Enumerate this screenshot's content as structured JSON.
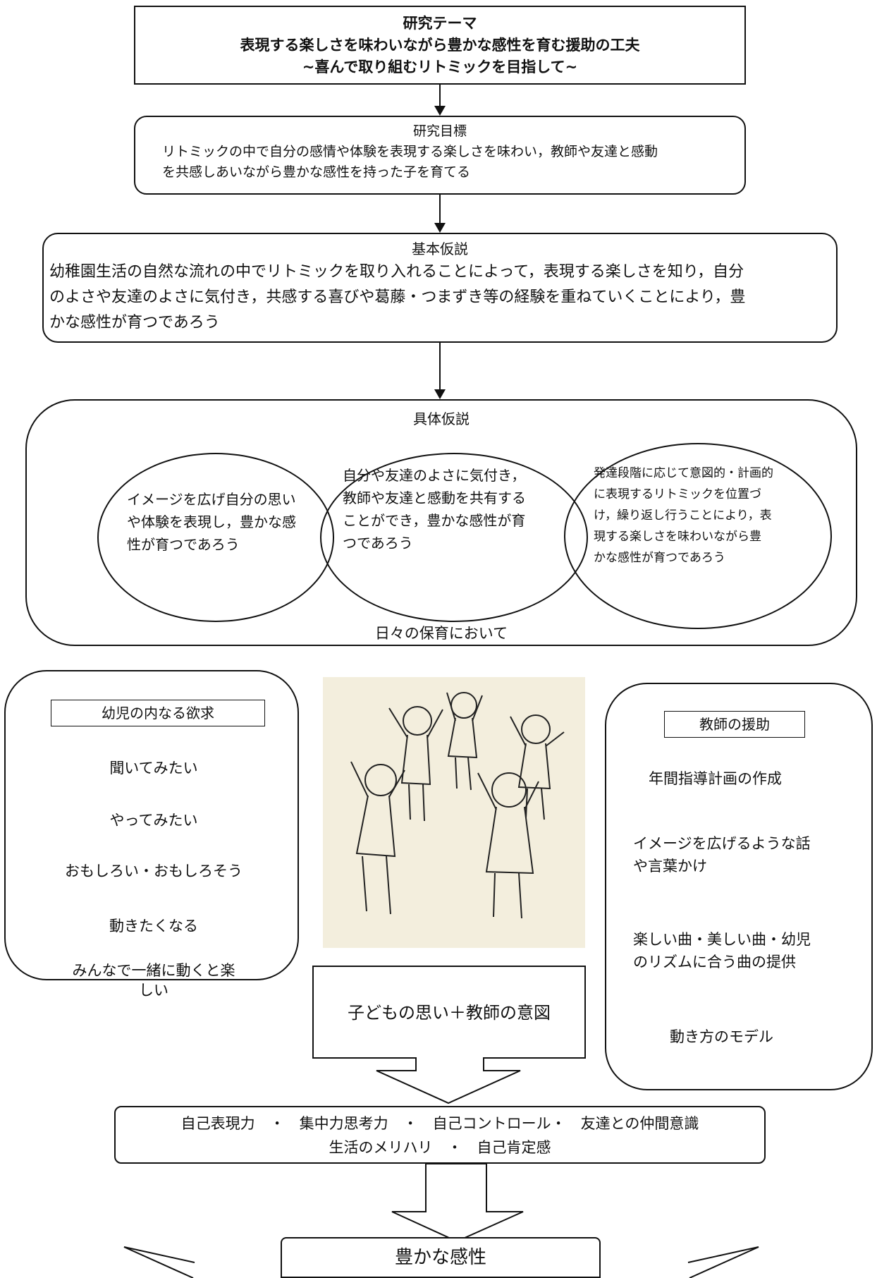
{
  "theme": {
    "label": "研究テーマ",
    "title": "表現する楽しさを味わいながら豊かな感性を育む援助の工夫",
    "subtitle": "~喜んで取り組むリトミックを目指して~"
  },
  "goal": {
    "label": "研究目標",
    "text": [
      "リトミックの中で自分の感情や体験を表現する楽しさを味わい，教師や友達と感動",
      "を共感しあいながら豊かな感性を持った子を育てる"
    ]
  },
  "basic_hypothesis": {
    "label": "基本仮説",
    "text": [
      "幼稚園生活の自然な流れの中でリトミックを取り入れることによって，表現する楽しさを知り，自分",
      "のよさや友達のよさに気付き，共感する喜びや葛藤・つまずき等の経験を重ねていくことにより，豊",
      "かな感性が育つであろう"
    ]
  },
  "specific_hypothesis": {
    "label": "具体仮説",
    "circles": [
      [
        "イメージを広げ自分の思い",
        "や体験を表現し，豊かな感",
        "性が育つであろう"
      ],
      [
        "自分や友達のよさに気付き，",
        "教師や友達と感動を共有する",
        "ことができ，豊かな感性が育",
        "つであろう"
      ],
      [
        "発達段階に応じて意図的・計画的",
        "に表現するリトミックを位置づ",
        "け，繰り返し行うことにより，表",
        "現する楽しさを味わいながら豊",
        "かな感性が育つであろう"
      ]
    ],
    "footer": "日々の保育において"
  },
  "child_needs": {
    "label": "幼児の内なる欲求",
    "items": [
      "聞いてみたい",
      "やってみたい",
      "おもしろい・おもしろそう",
      "動きたくなる",
      "みんなで一緒に動くと楽\nしい"
    ]
  },
  "teacher_support": {
    "label": "教師の援助",
    "items": [
      "年間指導計画の作成",
      "イメージを広げるような話\nや言葉かけ",
      "楽しい曲・美しい曲・幼児\nのリズムに合う曲の提供",
      "動き方のモデル"
    ]
  },
  "center_arrow_text": "子どもの思い＋教師の意図",
  "skills": [
    "自己表現力　・　集中力思考力　・　自己コントロール・　友達との仲間意識",
    "生活のメリハリ　・　自己肯定感"
  ],
  "result": "豊かな感性",
  "colors": {
    "line": "#111111",
    "illustration_bg": "#f3eedd"
  }
}
